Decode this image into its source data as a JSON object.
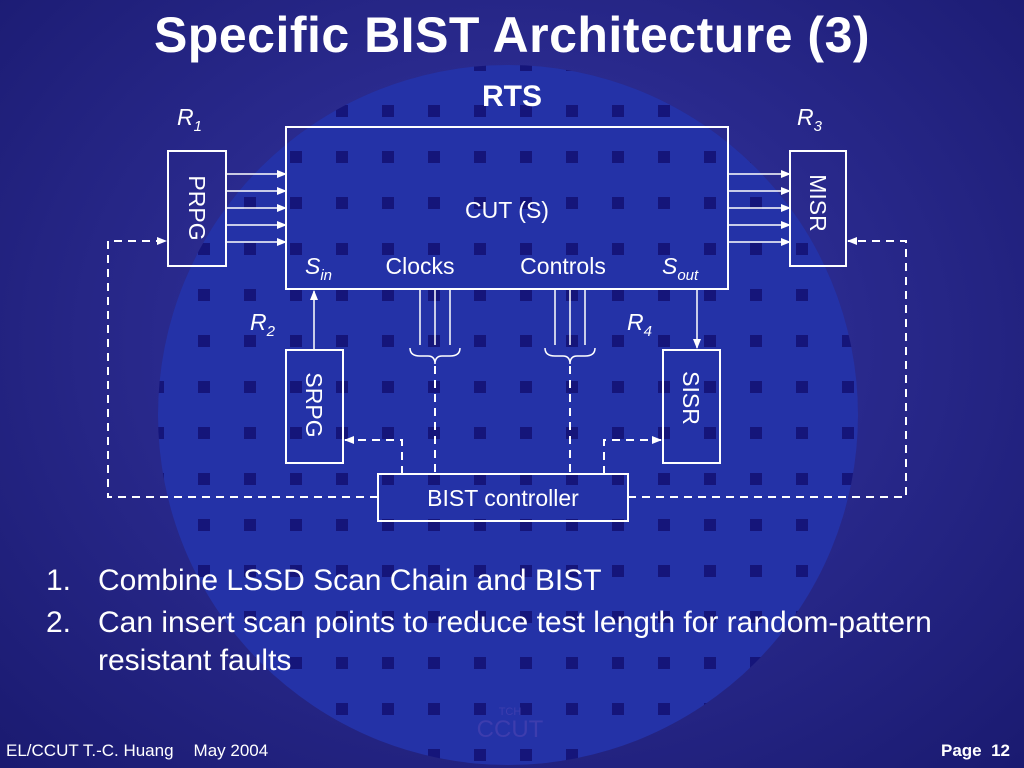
{
  "slide": {
    "title": "Specific BIST Architecture (3)",
    "subtitle": "RTS"
  },
  "diagram": {
    "cut_label": "CUT (S)",
    "prpg": "PRPG",
    "misr": "MISR",
    "srpg": "SRPG",
    "sisr": "SISR",
    "controller": "BIST controller",
    "clocks": "Clocks",
    "controls": "Controls",
    "s_in": {
      "base": "S",
      "sub": "in"
    },
    "s_out": {
      "base": "S",
      "sub": "out"
    },
    "r1": {
      "base": "R",
      "sub": "1"
    },
    "r2": {
      "base": "R",
      "sub": "2"
    },
    "r3": {
      "base": "R",
      "sub": "3"
    },
    "r4": {
      "base": "R",
      "sub": "4"
    }
  },
  "bullets": [
    {
      "num": "1.",
      "text": "Combine LSSD Scan Chain and BIST"
    },
    {
      "num": "2.",
      "text": "Can insert scan points to reduce test length for random-pattern resistant faults"
    }
  ],
  "watermark": {
    "small": "TCH",
    "large": "CCUT"
  },
  "footer": {
    "left": "EL/CCUT T.-C. Huang",
    "date": "May 2004",
    "page_label": "Page",
    "page_number": "12"
  },
  "colors": {
    "background": "#2a2a8e",
    "wafer": "#15157a",
    "wafer_die": "#1d3a9f",
    "foreground": "#ffffff"
  }
}
